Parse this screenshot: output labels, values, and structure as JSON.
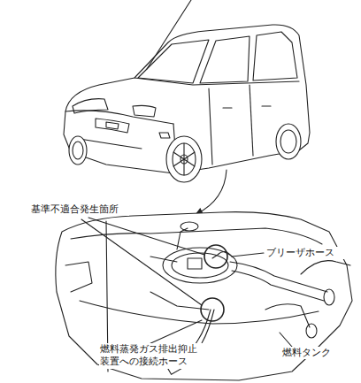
{
  "diagram": {
    "labels": [
      "基準不適合発生箇所",
      "ブリーザホース",
      "燃料蒸発ガス排出抑止 装置への接続ホース",
      "燃料タンク"
    ]
  }
}
